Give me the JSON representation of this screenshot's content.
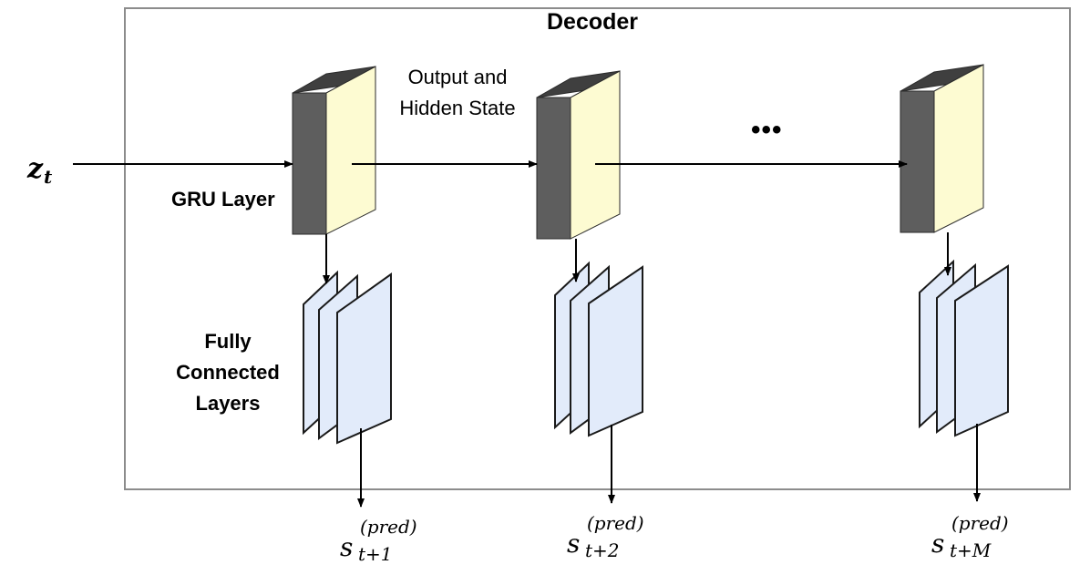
{
  "diagram": {
    "title": "Decoder",
    "input_label": "z",
    "input_subscript": "t",
    "gru_layer_label": "GRU Layer",
    "fc_layers_label": "Fully Connected Layers",
    "output_hidden_label": "Output and Hidden State",
    "ellipsis": "•••",
    "outputs": [
      {
        "symbol": "s",
        "superscript": "(pred)",
        "subscript": "t+1"
      },
      {
        "symbol": "s",
        "superscript": "(pred)",
        "subscript": "t+2"
      },
      {
        "symbol": "s",
        "superscript": "(pred)",
        "subscript": "t+M"
      }
    ]
  },
  "colors": {
    "gru_front": "#fdfbd2",
    "gru_side": "#5e5e5e",
    "gru_top": "#3f3f3f",
    "fc_panel": "#e2ebfa",
    "frame": "#8c8c8c"
  }
}
